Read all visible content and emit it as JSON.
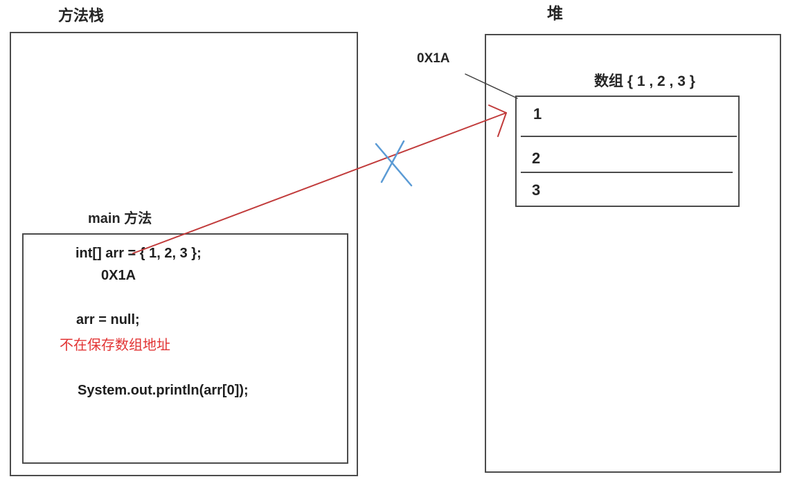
{
  "diagram": {
    "stack": {
      "title": "方法栈",
      "main_method_label": "main 方法",
      "code": {
        "declaration": "int[] arr = { 1, 2, 3 };",
        "address_value": "0X1A",
        "assignment": "arr = null;",
        "annotation": "不在保存数组地址",
        "print_statement": "System.out.println(arr[0]);"
      }
    },
    "heap": {
      "title": "堆",
      "address_label": "0X1A",
      "array": {
        "title": "数组 { 1 , 2 , 3 }",
        "cells": [
          "1",
          "2",
          "3"
        ]
      }
    }
  },
  "colors": {
    "arrow_red": "#c13b3b",
    "cross_blue": "#5b9bd5",
    "annotation_red": "#e23434",
    "border_dark": "#4b4b4b",
    "line_dark": "#3f3f3f",
    "text_dark": "#262626"
  }
}
